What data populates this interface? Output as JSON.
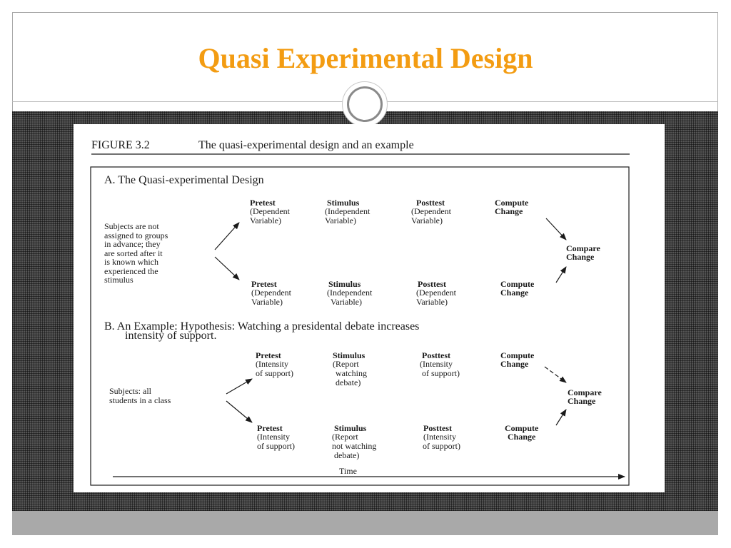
{
  "slide": {
    "title": "Quasi Experimental Design"
  },
  "figure": {
    "caption_label": "FIGURE 3.2",
    "caption_text": "The quasi-experimental design and an example",
    "sectionA": {
      "heading": "A. The Quasi-experimental Design",
      "subjects": [
        "Subjects are not",
        "assigned to groups",
        "in advance; they",
        "are sorted after it",
        "is known which",
        "experienced the",
        "stimulus"
      ],
      "top": {
        "pretest": [
          "Pretest",
          "(Dependent",
          "Variable)"
        ],
        "stimulus": [
          "Stimulus",
          "(Independent",
          "Variable)"
        ],
        "posttest": [
          "Posttest",
          "(Dependent",
          "Variable)"
        ],
        "compute": [
          "Compute",
          "Change"
        ]
      },
      "bottom": {
        "pretest": [
          "Pretest",
          "(Dependent",
          "Variable)"
        ],
        "stimulus": [
          "Stimulus",
          "(Independent",
          "Variable)"
        ],
        "posttest": [
          "Posttest",
          "(Dependent",
          "Variable)"
        ],
        "compute": [
          "Compute",
          "Change"
        ]
      },
      "compare": [
        "Compare",
        "Change"
      ]
    },
    "sectionB": {
      "heading_line1": "B. An Example: Hypothesis: Watching a presidental debate increases",
      "heading_line2": "intensity of support.",
      "subjects": [
        "Subjects: all",
        "students in a class"
      ],
      "top": {
        "pretest": [
          "Pretest",
          "(Intensity",
          "of support)"
        ],
        "stimulus": [
          "Stimulus",
          "(Report",
          "watching",
          "debate)"
        ],
        "posttest": [
          "Posttest",
          "(Intensity",
          "of support)"
        ],
        "compute": [
          "Compute",
          "Change"
        ]
      },
      "bottom": {
        "pretest": [
          "Pretest",
          "(Intensity",
          "of support)"
        ],
        "stimulus": [
          "Stimulus",
          "(Report",
          "not watching",
          "debate)"
        ],
        "posttest": [
          "Posttest",
          "(Intensity",
          "of support)"
        ],
        "compute": [
          "Compute",
          "Change"
        ]
      },
      "compare": [
        "Compare",
        "Change"
      ],
      "time_label": "Time"
    }
  }
}
